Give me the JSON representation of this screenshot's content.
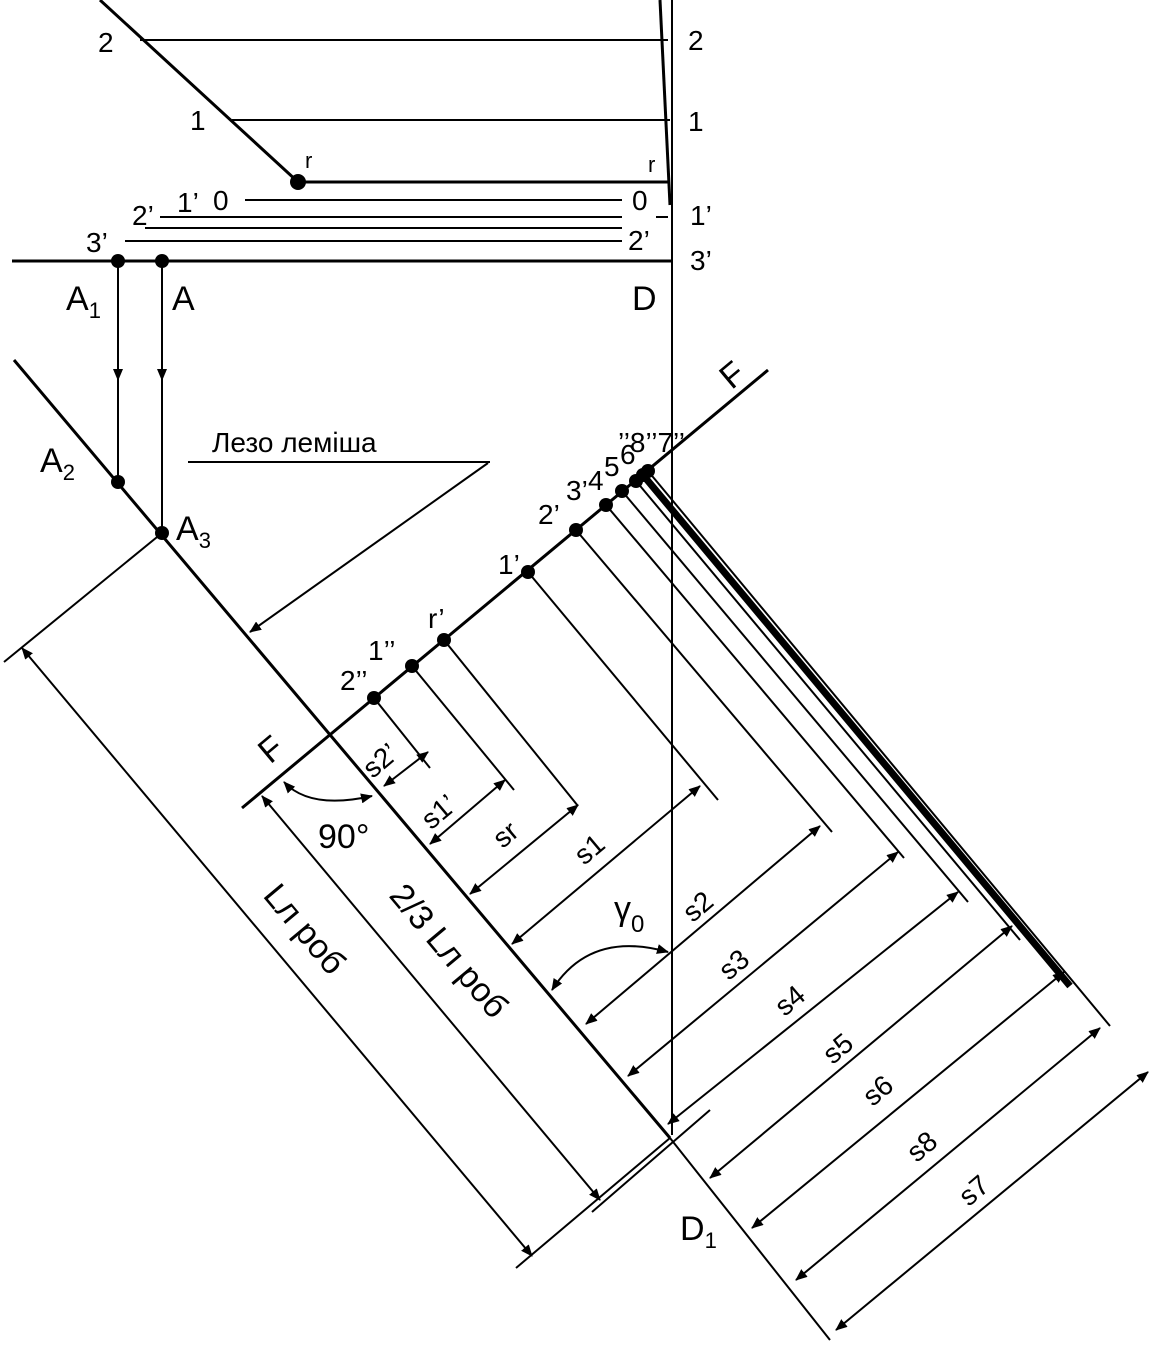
{
  "labels": {
    "left_2": "2",
    "left_1": "1",
    "r_left": "r",
    "right_2": "2",
    "right_1": "1",
    "r_right": "r",
    "left_0": "0",
    "right_0": "0",
    "left_1p": "1’",
    "left_2p": "2’",
    "left_3p": "3’",
    "right_1p": "1’",
    "right_2p": "2’",
    "right_3p": "3’",
    "A1": "A",
    "A1_sub": "1",
    "A": "A",
    "D": "D",
    "A2": "A",
    "A2_sub": "2",
    "A3": "A",
    "A3_sub": "3",
    "blade": "Лезо леміша",
    "F_top": "F",
    "F_bottom": "F",
    "top_cluster": "’’8’’7’’",
    "pt_6": "6",
    "pt_5": "5",
    "pt_4": "4",
    "pt_3": "3’",
    "pt_2": "2’",
    "pt_1p": "1’",
    "pt_rp": "r’",
    "pt_1pp": "1’’",
    "pt_2pp": "2’’",
    "angle_90": "90°",
    "gamma": "γ",
    "gamma_sub": "0",
    "L_work": "Lл роб",
    "two_thirds_L": "2/3 Lл роб",
    "S2p": "s2’",
    "S1p": "s1’",
    "Sr": "sr",
    "S1": "s1",
    "S2": "s2",
    "S3": "s3",
    "S4": "s4",
    "S5": "s5",
    "S6": "s6",
    "S8": "s8",
    "S7": "s7",
    "D1": "D",
    "D1_sub": "1"
  }
}
